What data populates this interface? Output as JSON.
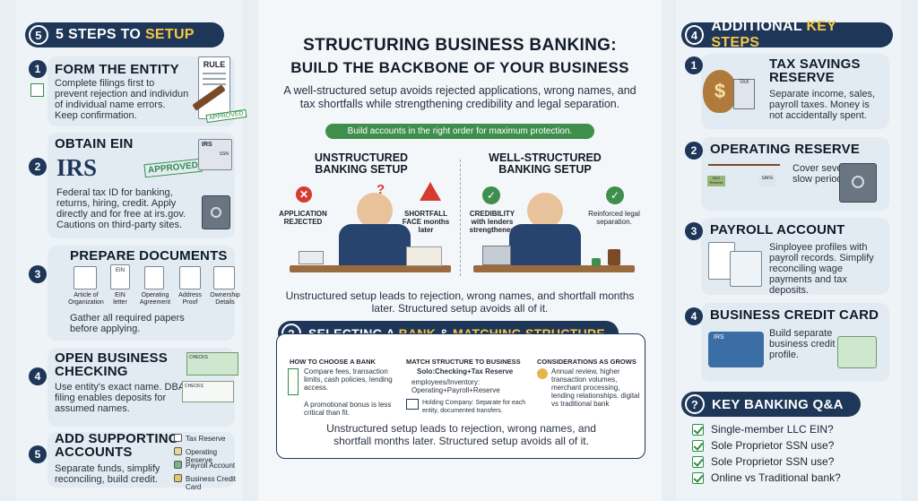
{
  "left": {
    "header_num": "5",
    "header_text_a": "5 STEPS TO ",
    "header_text_b": "SETUP",
    "steps": [
      {
        "num": "1",
        "title": "FORM THE ENTITY",
        "body": "Complete filings first to prevent rejection and individun of individual name errors. Keep confirmation.",
        "doc_rule": "RULE",
        "stamp": "APPROVED"
      },
      {
        "num": "2",
        "title": "OBTAIN EIN",
        "body": "Federal tax ID for banking, returns, hiring, credit. Apply directly and for free at irs.gov. Cautions on third-party sites.",
        "irs": "IRS",
        "stamp": "APPROVED",
        "form_irs": "IRS",
        "form_ssn": "SSN"
      },
      {
        "num": "3",
        "title": "PREPARE DOCUMENTS",
        "body": "Gather all required papers before applying.",
        "docs": [
          "Article of Organization",
          "EIN letter",
          "Operating Agreement",
          "Address Proof",
          "Ownership Details"
        ],
        "ein_tag": "EIN"
      },
      {
        "num": "4",
        "title_line1": "OPEN BUSINESS",
        "title_line2": "CHECKING",
        "body": "Use entity's exact name. DBA filing enables deposits for assumed names.",
        "check1": "CHECKS",
        "check2": "CHECKS"
      },
      {
        "num": "5",
        "title_line1": "ADD SUPPORTING",
        "title_line2": "ACCOUNTS",
        "body": "Separate funds, simplify reconciling, build credit.",
        "accounts": [
          "Tax Reserve",
          "Operating Reserve",
          "Payroll Account",
          "Business Credit Card"
        ]
      }
    ]
  },
  "middle": {
    "title_line1": "STRUCTURING BUSINESS BANKING:",
    "title_line2": "BUILD THE BACKBONE OF YOUR BUSINESS",
    "subtitle": "A well-structured setup avoids rejected applications, wrong names, and tax shortfalls while strengthening credibility and legal separation.",
    "banner": "Build accounts in the right order for maximum protection.",
    "unstructured_title": "UNSTRUCTURED BANKING SETUP",
    "structured_title": "WELL-STRUCTURED BANKING SETUP",
    "lbl_rejected": "APPLICATION REJECTED",
    "lbl_shortfall": "SHORTFALL FACE months later",
    "lbl_credibility": "CREDIBILITY with lenders strengthened",
    "lbl_reinforced": "Reinforced legal separation.",
    "scene_summary": "Unstructured setup leads to rejection, wrong names, and shortfall months later. Structured setup avoids all of it.",
    "sel_num": "2",
    "sel_a": "SELECTING A ",
    "sel_b": "BANK",
    "sel_c": " & ",
    "sel_d": "MATCHING STRUCTURE",
    "col1_head": "HOW TO CHOOSE A BANK",
    "col1_items": [
      "Compare fees, transaction limits, cash policies, lending access.",
      "A promotional bonus is less critical than fit."
    ],
    "col2_head": "MATCH STRUCTURE TO BUSINESS",
    "col2_items": [
      "Solo:Checking+Tax Reserve",
      "employees/Inventory: Operating+Payroll+Reserve",
      "Holding Company: Separate for each entity, documented transfers."
    ],
    "col3_head": "CONSIDERATIONS AS GROWS",
    "col3_items": [
      "Annual review, higher transaction volumes, merchant processing, lending relationships. digital vs traditional bank"
    ],
    "sel_summary": "Unstructured setup leads to rejection, wrong names, and shortfall months later. Structured setup avoids all of it."
  },
  "right": {
    "header_num": "4",
    "header_text_a": "ADDITIONAL ",
    "header_text_b": "KEY STEPS",
    "steps": [
      {
        "num": "1",
        "title_line1": "TAX SAVINGS",
        "title_line2": "RESERVE",
        "body": "Separate income, sales, payroll taxes. Money is not accidentally spent.",
        "tax_label": "TAX"
      },
      {
        "num": "2",
        "title": "OPERATING RESERVE",
        "body": "Cover several slow periods.",
        "scale_l": "SEO Reserve",
        "scale_r": "SAFE"
      },
      {
        "num": "3",
        "title": "PAYROLL ACCOUNT",
        "body": "Sinployee profiles with payroll records. Simplify reconciling wage payments and tax deposits."
      },
      {
        "num": "4",
        "title": "BUSINESS CREDIT CARD",
        "body": "Build separate business credit profile.",
        "card_label": "IRS"
      }
    ],
    "qa_icon": "?",
    "qa_title": "KEY BANKING Q&A",
    "qa": [
      "Single-member LLC EIN?",
      "Sole Proprietor SSN use?",
      "Sole Proprietor SSN use?",
      "Online vs Traditional bank?"
    ]
  },
  "colors": {
    "navy": "#1e3658",
    "gold": "#f6c745",
    "green": "#3f8f4c",
    "red": "#d63b2f"
  }
}
